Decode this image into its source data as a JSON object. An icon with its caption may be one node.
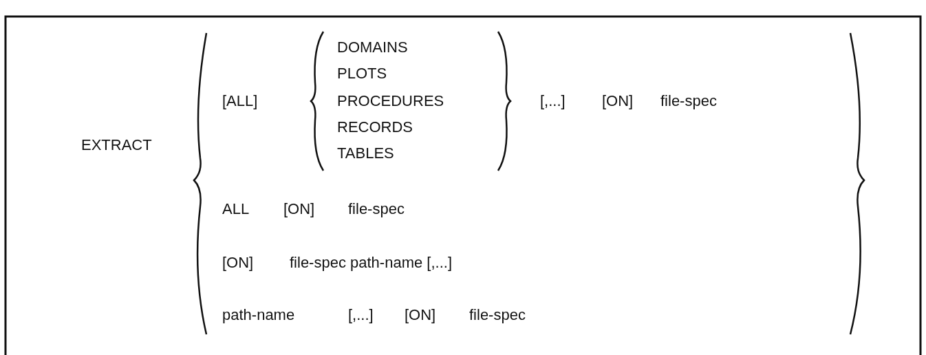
{
  "diagram": {
    "labels": [
      "EXTRACT",
      "[ALL]",
      "DOMAINS",
      "PLOTS",
      "PROCEDURES",
      "RECORDS",
      "TABLES",
      "[,...]",
      "[ON]",
      "file-spec",
      "ALL",
      "[ON]",
      "file-spec",
      "[ON]",
      "file-spec path-name [,...]",
      "path-name",
      "[,...]",
      "[ON]",
      "file-spec"
    ]
  }
}
